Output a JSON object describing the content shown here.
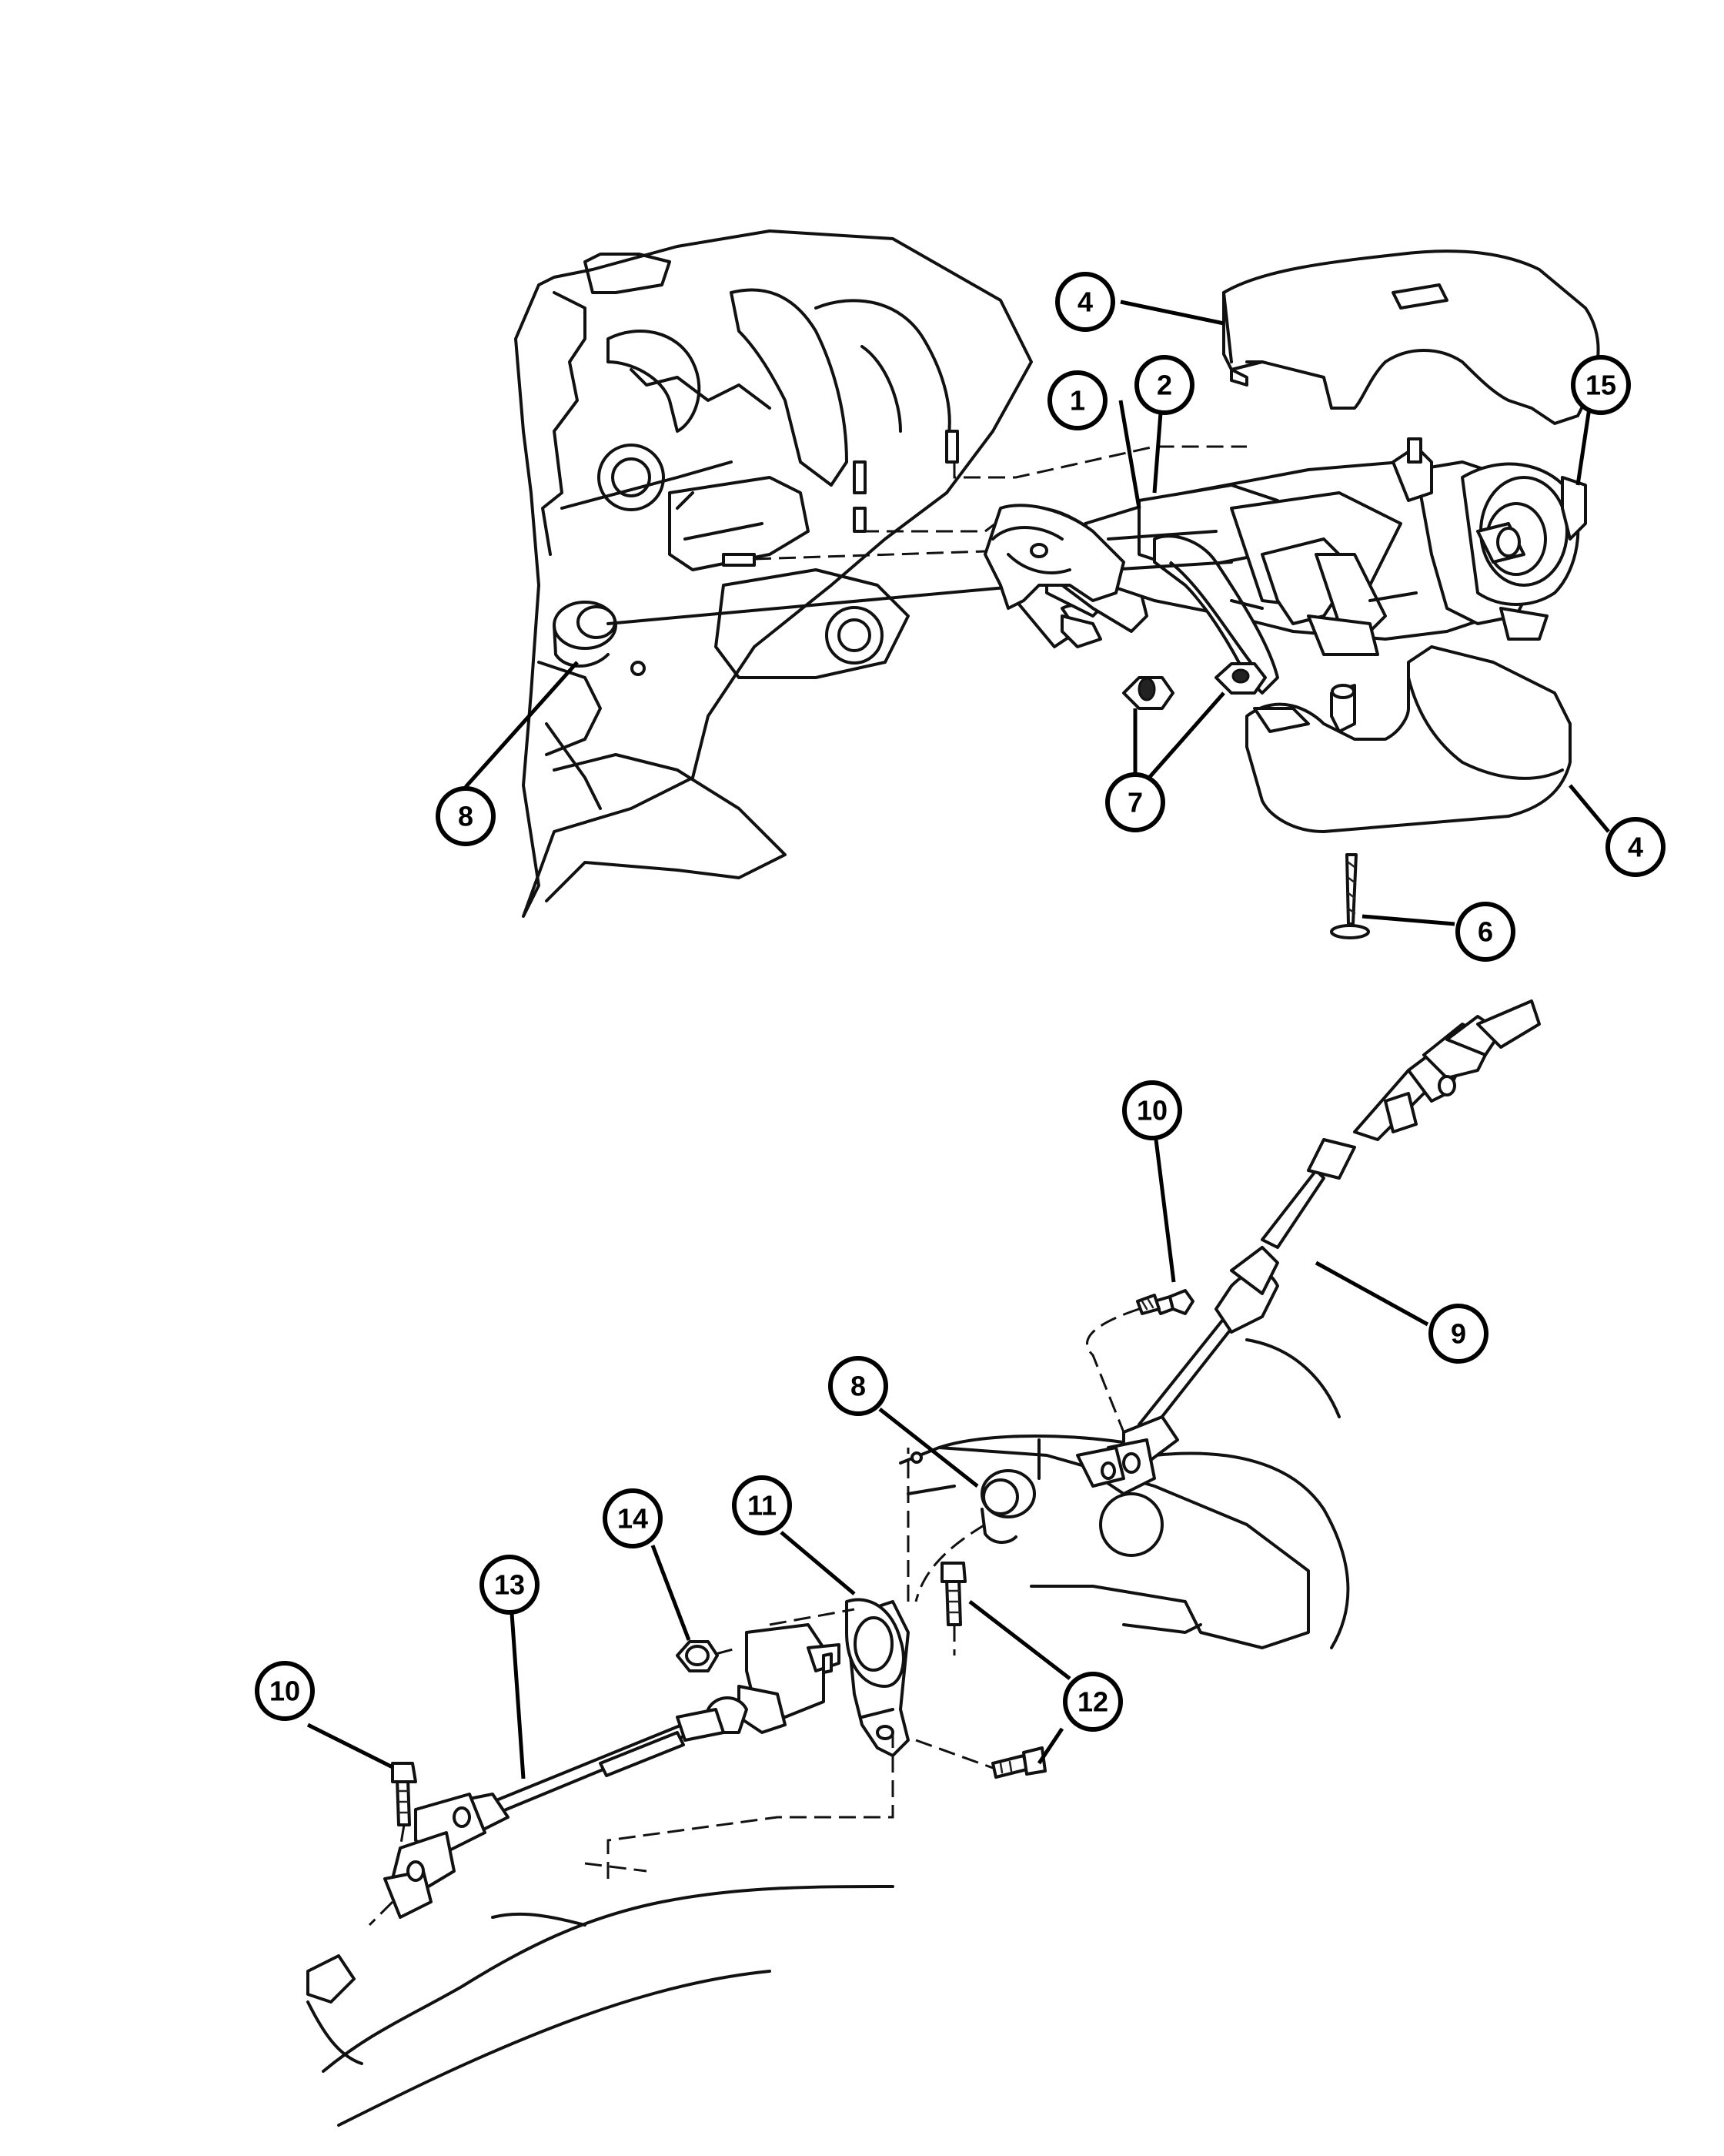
{
  "callouts": [
    {
      "id": "c1",
      "label": "1"
    },
    {
      "id": "c2",
      "label": "2"
    },
    {
      "id": "c4a",
      "label": "4"
    },
    {
      "id": "c15",
      "label": "15"
    },
    {
      "id": "c8a",
      "label": "8"
    },
    {
      "id": "c7",
      "label": "7"
    },
    {
      "id": "c4b",
      "label": "4"
    },
    {
      "id": "c6",
      "label": "6"
    },
    {
      "id": "c10a",
      "label": "10"
    },
    {
      "id": "c9",
      "label": "9"
    },
    {
      "id": "c8b",
      "label": "8"
    },
    {
      "id": "c11",
      "label": "11"
    },
    {
      "id": "c14",
      "label": "14"
    },
    {
      "id": "c13",
      "label": "13"
    },
    {
      "id": "c12",
      "label": "12"
    },
    {
      "id": "c10b",
      "label": "10"
    }
  ]
}
